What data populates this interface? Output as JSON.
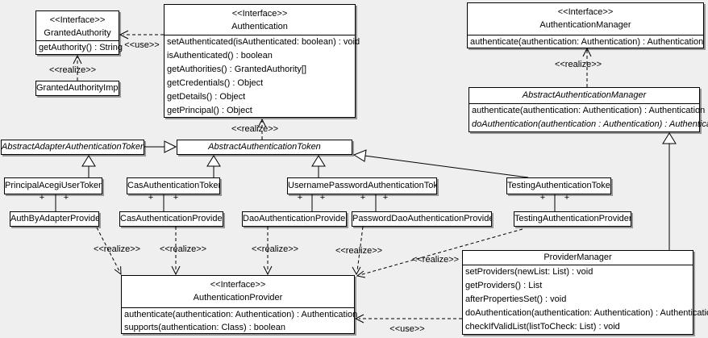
{
  "colors": {
    "background": "#efefef",
    "box_fill": "#ffffff",
    "box_border": "#000000",
    "box_shadow": "#969696"
  },
  "labels": {
    "realize": "<<realize>>",
    "use": "<<use>>",
    "plus": "+"
  },
  "classes": {
    "granted_authority": {
      "stereotype": "<<Interface>>",
      "name": "GrantedAuthority",
      "methods": [
        "getAuthority() : String"
      ]
    },
    "granted_authority_impl": {
      "name": "GrantedAuthorityImpl"
    },
    "authentication": {
      "stereotype": "<<Interface>>",
      "name": "Authentication",
      "methods": [
        "setAuthenticated(isAuthenticated: boolean) : void",
        "isAuthenticated() : boolean",
        "getAuthorities() : GrantedAuthority[]",
        "getCredentials() : Object",
        "getDetails() : Object",
        "getPrincipal() : Object"
      ]
    },
    "authentication_manager": {
      "stereotype": "<<Interface>>",
      "name": "AuthenticationManager",
      "methods": [
        "authenticate(authentication: Authentication) : Authentication"
      ]
    },
    "abstract_authentication_manager": {
      "name": "AbstractAuthenticationManager",
      "methods": [
        "authenticate(authentication: Authentication) : Authentication",
        "doAuthentication(authentication : Authentication) : Authentication"
      ]
    },
    "abstract_adapter_authentication_token": {
      "name": "AbstractAdapterAuthenticationToken"
    },
    "abstract_authentication_token": {
      "name": "AbstractAuthenticationToken"
    },
    "principal_acegi_user_token": {
      "name": "PrincipalAcegiUserToken"
    },
    "cas_authentication_token": {
      "name": "CasAuthenticationToken"
    },
    "username_password_authentication_token": {
      "name": "UsernamePasswordAuthenticationToken"
    },
    "testing_authentication_token": {
      "name": "TestingAuthenticationToken"
    },
    "auth_by_adapter_provider": {
      "name": "AuthByAdapterProvider"
    },
    "cas_authentication_provider": {
      "name": "CasAuthenticationProvider"
    },
    "dao_authentication_provider": {
      "name": "DaoAuthenticationProvider"
    },
    "password_dao_authentication_provider": {
      "name": "PasswordDaoAuthenticationProvider"
    },
    "testing_authentication_provider": {
      "name": "TestingAuthenticationProvider"
    },
    "authentication_provider": {
      "stereotype": "<<Interface>>",
      "name": "AuthenticationProvider",
      "methods": [
        "authenticate(authentication: Authentication) : Authentication",
        "supports(authentication: Class) : boolean"
      ]
    },
    "provider_manager": {
      "name": "ProviderManager",
      "methods": [
        "setProviders(newList: List) : void",
        "getProviders() : List",
        "afterPropertiesSet() : void",
        "doAuthentication(authentication: Authentication) : Authentication",
        "checkIfValidList(listToCheck: List) : void"
      ]
    }
  }
}
